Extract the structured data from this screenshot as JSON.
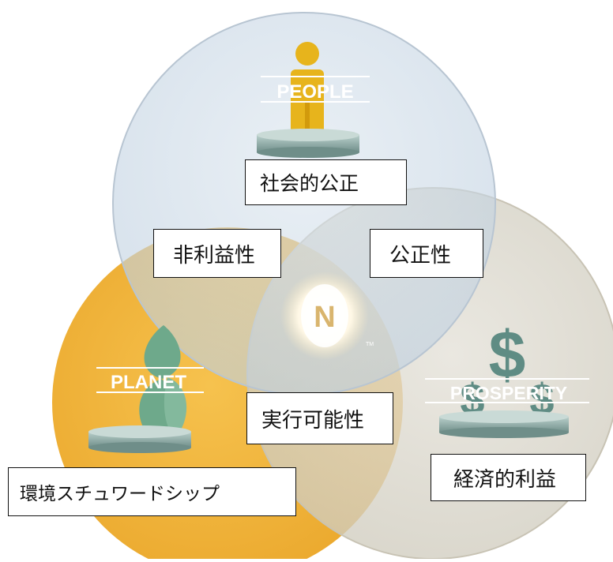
{
  "circles": {
    "people": {
      "banner": "PEOPLE",
      "label": "社会的公正",
      "fill": "#c9d8e6"
    },
    "planet": {
      "banner": "PLANET",
      "label": "環境スチュワードシップ",
      "fill": "#f2b43c"
    },
    "prosperity": {
      "banner": "PROSPERITY",
      "label": "経済的利益",
      "fill": "#d9d6cb"
    }
  },
  "overlaps": {
    "people_planet": "非利益性",
    "people_prosperity": "公正性",
    "planet_prosperity": "実行可能性"
  },
  "center_logo": {
    "letter": "N",
    "trademark": "TM"
  },
  "colors": {
    "banner_text": "#ffffff",
    "pedestal": "#7e9e98",
    "person": "#e7b41c",
    "leaf": "#6ea98b",
    "dollar": "#5f8c84"
  }
}
